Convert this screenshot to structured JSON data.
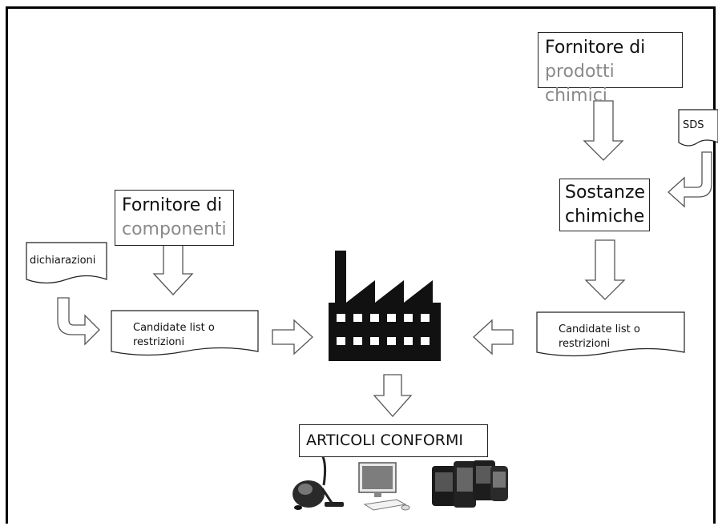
{
  "supplier_components": {
    "line1": "Fornitore di",
    "line2": "componenti"
  },
  "supplier_chemicals": {
    "line1": "Fornitore di",
    "line2": "prodotti chimici"
  },
  "sds_label": "SDS",
  "declarations_label": "dichiarazioni",
  "substances": {
    "line1": "Sostanze",
    "line2": "chimiche"
  },
  "left_list": {
    "line1": "Candidate list o",
    "line2": "restrizioni"
  },
  "right_list": {
    "line1": "Candidate list o",
    "line2": "restrizioni"
  },
  "output_label": "ARTICOLI CONFORMI",
  "icons": [
    "factory-icon",
    "vacuum-cleaner-icon",
    "desktop-computer-icon",
    "smartphones-icon"
  ]
}
